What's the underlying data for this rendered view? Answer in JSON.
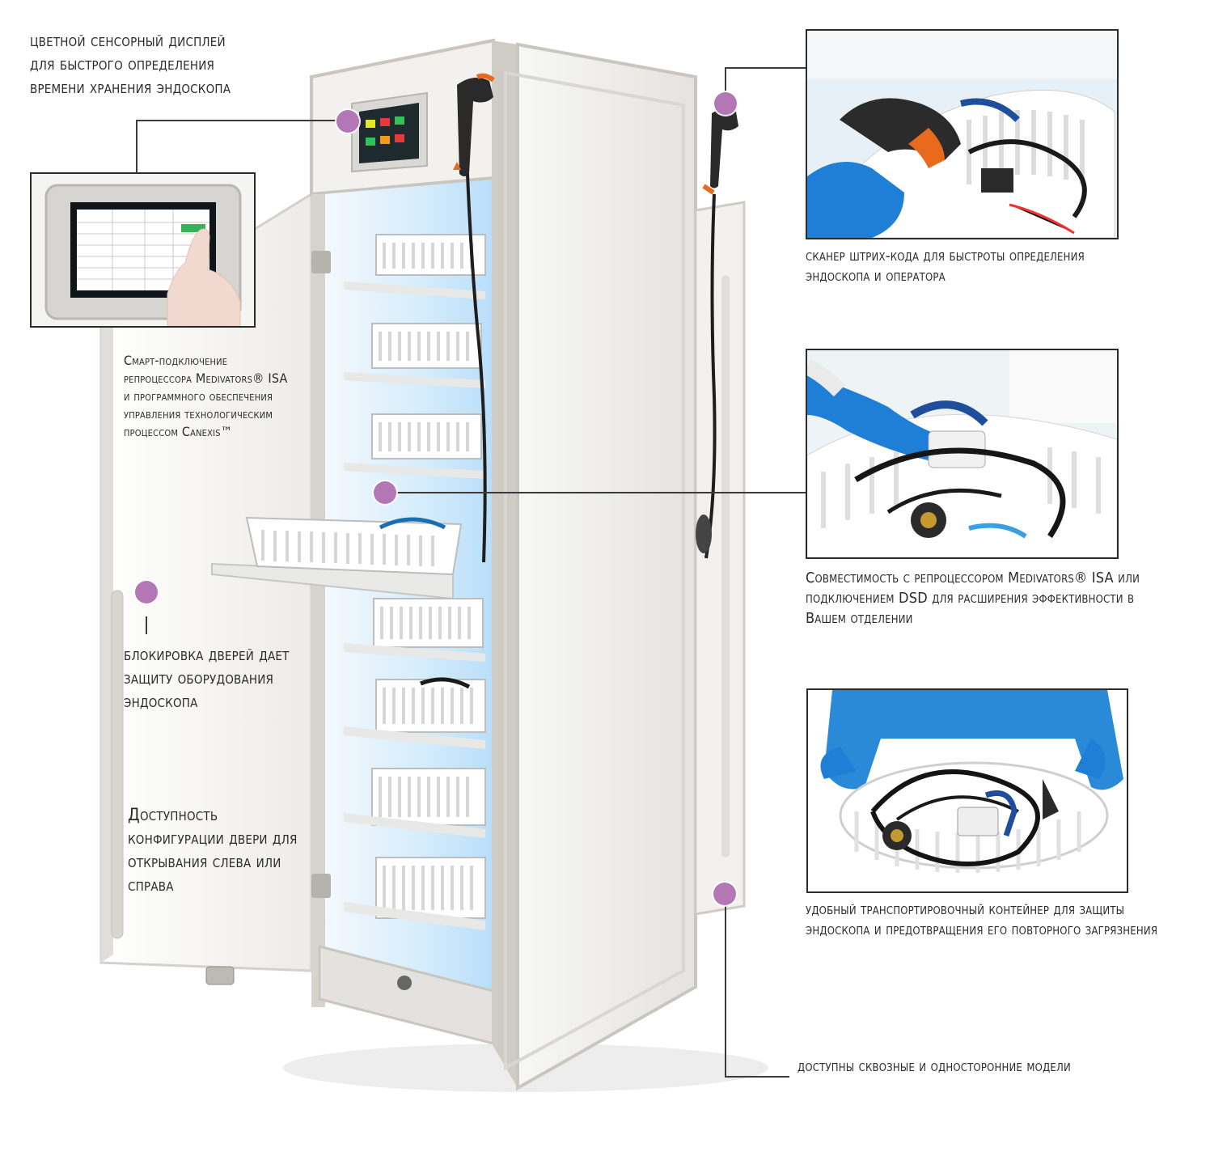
{
  "callouts": {
    "display": {
      "lines": [
        "Цветной сенсорный дисплей",
        "для быстрого определения",
        "времени хранения эндоскопа"
      ]
    },
    "scanner": {
      "lines": [
        "Сканер штрих-кода для быстроты определения",
        "эндоскопа и оператора"
      ]
    },
    "smart": {
      "lines": [
        "Смарт-подключение",
        "репроцессора Medivators® ISA",
        "и программного обеспечения",
        "управления технологическим",
        "процессом Canexis™"
      ]
    },
    "compat": {
      "lines": [
        "Совместимость с репроцессором Medivators® ISA или",
        "подключением DSD для расширения эффективности в",
        "Вашем отделении"
      ]
    },
    "lock": {
      "lines": [
        "Блокировка дверей дает",
        "защиту оборудования",
        "эндоскопа"
      ]
    },
    "config": {
      "lines": [
        "Доступность",
        "конфигурации двери для",
        "открывания слева или",
        "справа"
      ]
    },
    "container": {
      "lines": [
        "Удобный транспортировочный контейнер  для защиты",
        "эндоскопа и предотвращения его повторного загрязнения"
      ]
    },
    "models": {
      "lines": [
        "Доступны сквозные и односторонние модели"
      ]
    }
  },
  "colors": {
    "dot": "#b477b6",
    "line": "#3b3b3b",
    "cabinet": "#ededed",
    "frame": "#c9c6c0",
    "interior_glow": "#cfe9fb",
    "glove": "#1f7fd6",
    "scanner_orange": "#e86a1c"
  },
  "icons": [
    "touch-screen-icon",
    "barcode-scanner-icon",
    "basket-icon",
    "hinge-icon",
    "lock-icon"
  ]
}
